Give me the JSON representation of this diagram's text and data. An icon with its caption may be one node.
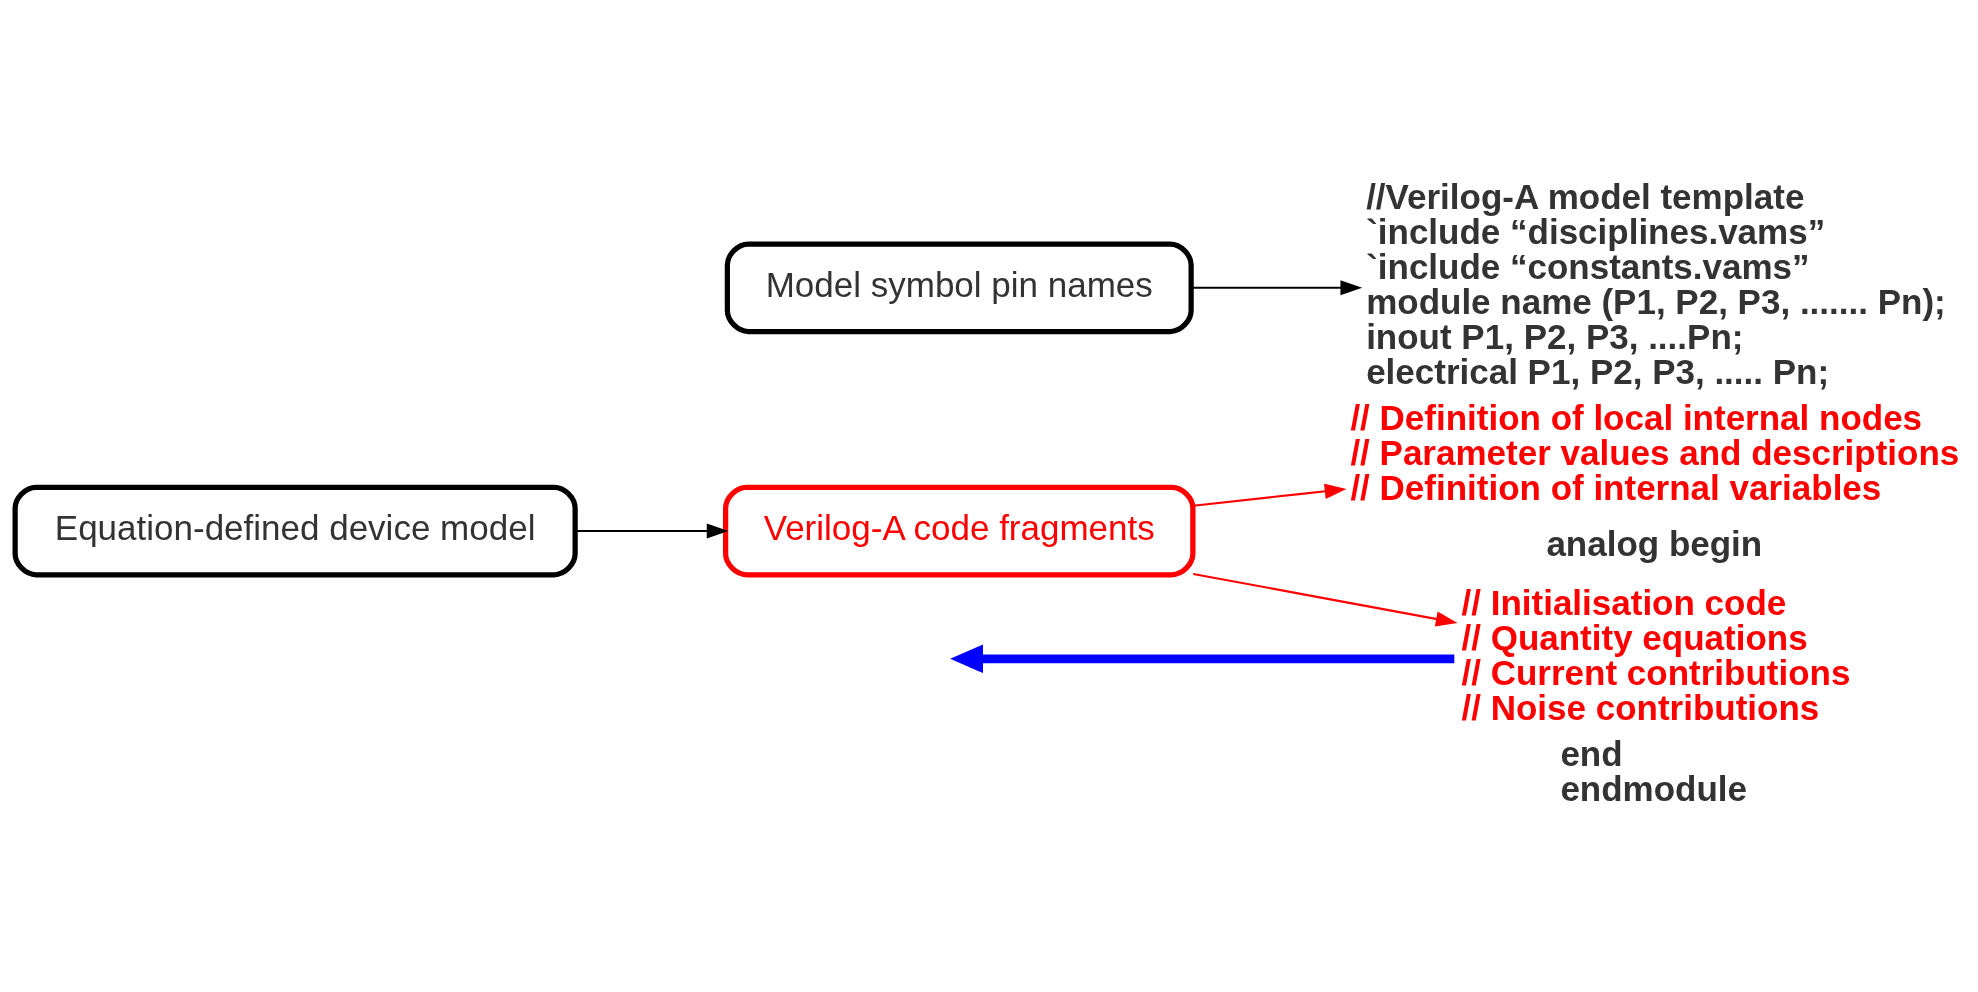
{
  "diagram": {
    "nodes": [
      {
        "text": [
          "Equation-defined device model"
        ]
      },
      {
        "text": [
          "Model symbol pin names"
        ]
      },
      {
        "text": [
          "Verilog-A code fragments"
        ]
      },
      {
        "text": [
          "//Verilog-A model template",
          "`include “disciplines.vams”",
          "`include “constants.vams”",
          "module name (P1, P2, P3, ....... Pn);",
          "inout P1, P2, P3, ....Pn;",
          "electrical P1, P2, P3, ..... Pn;"
        ]
      },
      {
        "text": [
          "// Definition of local internal nodes",
          "// Parameter values and descriptions",
          "// Definition of internal variables"
        ]
      },
      {
        "text": [
          "analog begin"
        ]
      },
      {
        "text": [
          "// Initialisation code",
          "// Quantity equations",
          "// Current contributions",
          "// Noise contributions"
        ]
      },
      {
        "text": [
          "end",
          "endmodule"
        ]
      }
    ],
    "edges": [
      {
        "from": 0,
        "to": 2,
        "arrow": "to"
      },
      {
        "from": 1,
        "to": 3,
        "arrow": "to"
      },
      {
        "from": 2,
        "to": 4,
        "arrow": "to",
        "color": "#ff0000"
      },
      {
        "from": 2,
        "to": 6,
        "arrow": "to",
        "color": "#ff0000"
      },
      {
        "from": 6,
        "to": null,
        "arrow": "to",
        "color": "#0000ff",
        "style": "thick"
      }
    ]
  }
}
